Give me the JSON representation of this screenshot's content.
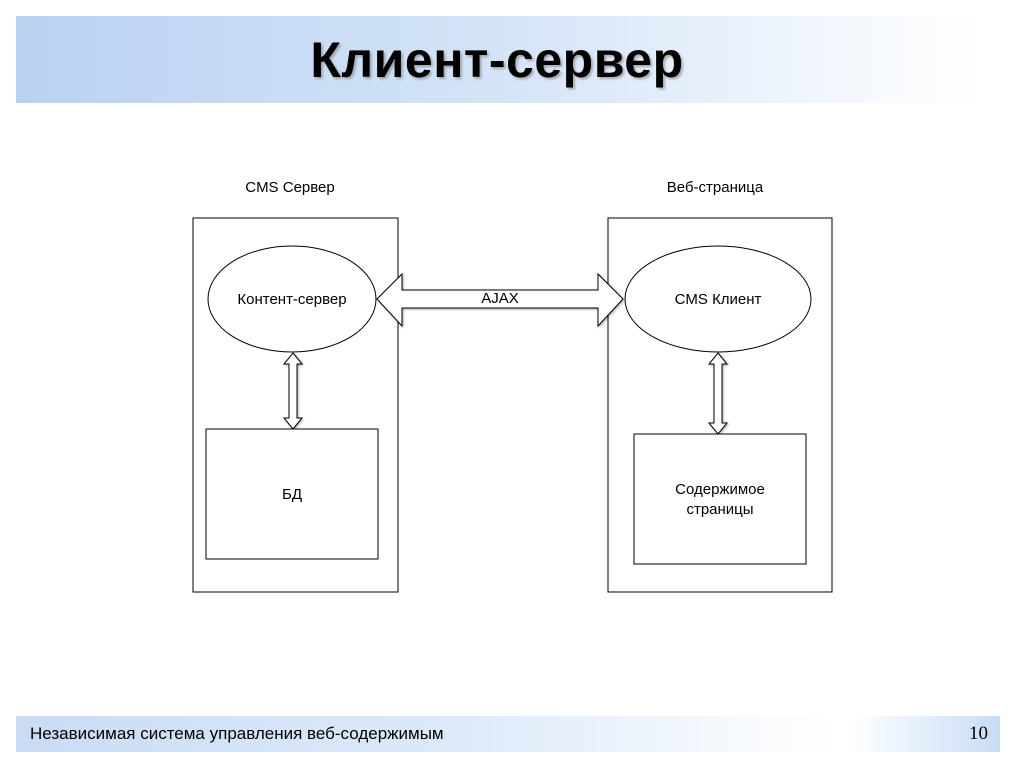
{
  "slide": {
    "title": "Клиент-сервер",
    "footer_text": "Независимая система управления веб-содержимым",
    "page_number": "10"
  },
  "diagram": {
    "server_group_label": "CMS Сервер",
    "client_group_label": "Веб-страница",
    "content_server_label": "Контент-сервер",
    "cms_client_label": "CMS Клиент",
    "protocol_label": "AJAX",
    "db_label": "БД",
    "page_content_line1": "Содержимое",
    "page_content_line2": "страницы"
  }
}
